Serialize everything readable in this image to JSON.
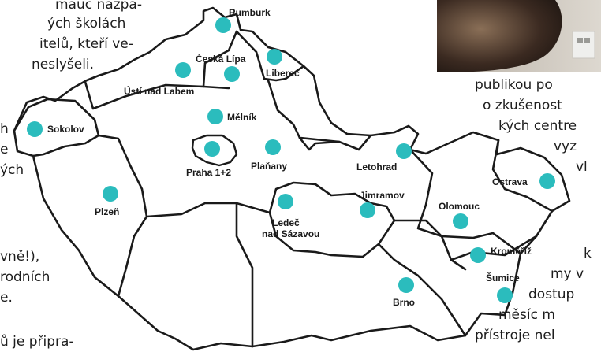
{
  "left_text": [
    "mauc nazpa-",
    "ých školách",
    "itelů, kteří ve-",
    "neslyšeli.",
    "h",
    "e",
    "ých",
    "vně!),",
    "rodních",
    "e.",
    "ů je připra-"
  ],
  "right_text": [
    "publikou po",
    "o zkušenost",
    "kých centre",
    "vyz",
    "vl",
    "k",
    "my v",
    "dostup",
    "měsíc m",
    "přístroje nel"
  ],
  "map": {
    "marker_color": "#2bbcbd",
    "cities": [
      {
        "name": "Rumburk",
        "id": "rumburk"
      },
      {
        "name": "Česká Lípa",
        "id": "ceska-lipa"
      },
      {
        "name": "Liberec",
        "id": "liberec"
      },
      {
        "name": "Ústí nad Labem",
        "id": "usti"
      },
      {
        "name": "Sokolov",
        "id": "sokolov"
      },
      {
        "name": "Mělník",
        "id": "melnik"
      },
      {
        "name": "Praha 1+2",
        "id": "praha"
      },
      {
        "name": "Plaňany",
        "id": "planany"
      },
      {
        "name": "Letohrad",
        "id": "letohrad"
      },
      {
        "name": "Ostrava",
        "id": "ostrava"
      },
      {
        "name": "Plzeň",
        "id": "plzen"
      },
      {
        "name": "Jimramov",
        "id": "jimramov"
      },
      {
        "name": "Olomouc",
        "id": "olomouc"
      },
      {
        "name": "Ledeč",
        "id": "ledec1"
      },
      {
        "name": "nad Sázavou",
        "id": "ledec2"
      },
      {
        "name": "Kroměříž",
        "id": "kromeriz"
      },
      {
        "name": "Šumice",
        "id": "sumice"
      },
      {
        "name": "Brno",
        "id": "brno"
      }
    ]
  }
}
